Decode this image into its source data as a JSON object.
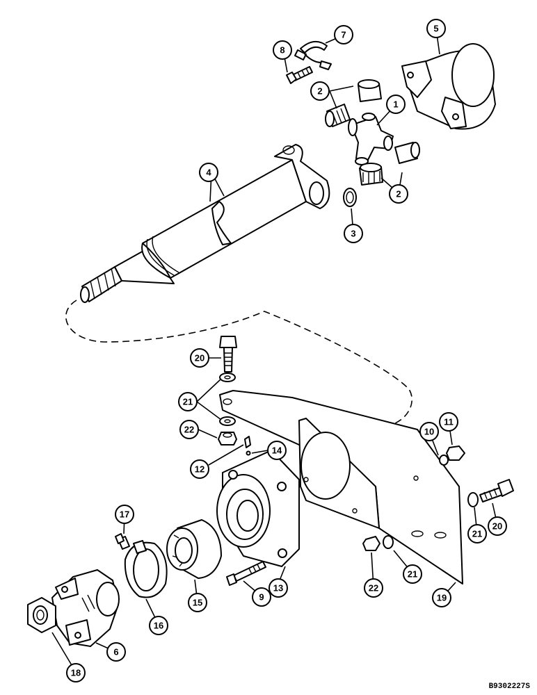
{
  "reference_code": "B9302227S",
  "callouts": [
    {
      "id": "c1",
      "label": "1"
    },
    {
      "id": "c2a",
      "label": "2"
    },
    {
      "id": "c2b",
      "label": "2"
    },
    {
      "id": "c3",
      "label": "3"
    },
    {
      "id": "c4",
      "label": "4"
    },
    {
      "id": "c5",
      "label": "5"
    },
    {
      "id": "c6",
      "label": "6"
    },
    {
      "id": "c7",
      "label": "7"
    },
    {
      "id": "c8",
      "label": "8"
    },
    {
      "id": "c9",
      "label": "9"
    },
    {
      "id": "c10",
      "label": "10"
    },
    {
      "id": "c11",
      "label": "11"
    },
    {
      "id": "c12",
      "label": "12"
    },
    {
      "id": "c13",
      "label": "13"
    },
    {
      "id": "c14",
      "label": "14"
    },
    {
      "id": "c15",
      "label": "15"
    },
    {
      "id": "c16",
      "label": "16"
    },
    {
      "id": "c17",
      "label": "17"
    },
    {
      "id": "c18",
      "label": "18"
    },
    {
      "id": "c19",
      "label": "19"
    },
    {
      "id": "c20a",
      "label": "20"
    },
    {
      "id": "c20b",
      "label": "20"
    },
    {
      "id": "c21a",
      "label": "21"
    },
    {
      "id": "c21b",
      "label": "21"
    },
    {
      "id": "c21c",
      "label": "21"
    },
    {
      "id": "c22a",
      "label": "22"
    },
    {
      "id": "c22b",
      "label": "22"
    }
  ]
}
